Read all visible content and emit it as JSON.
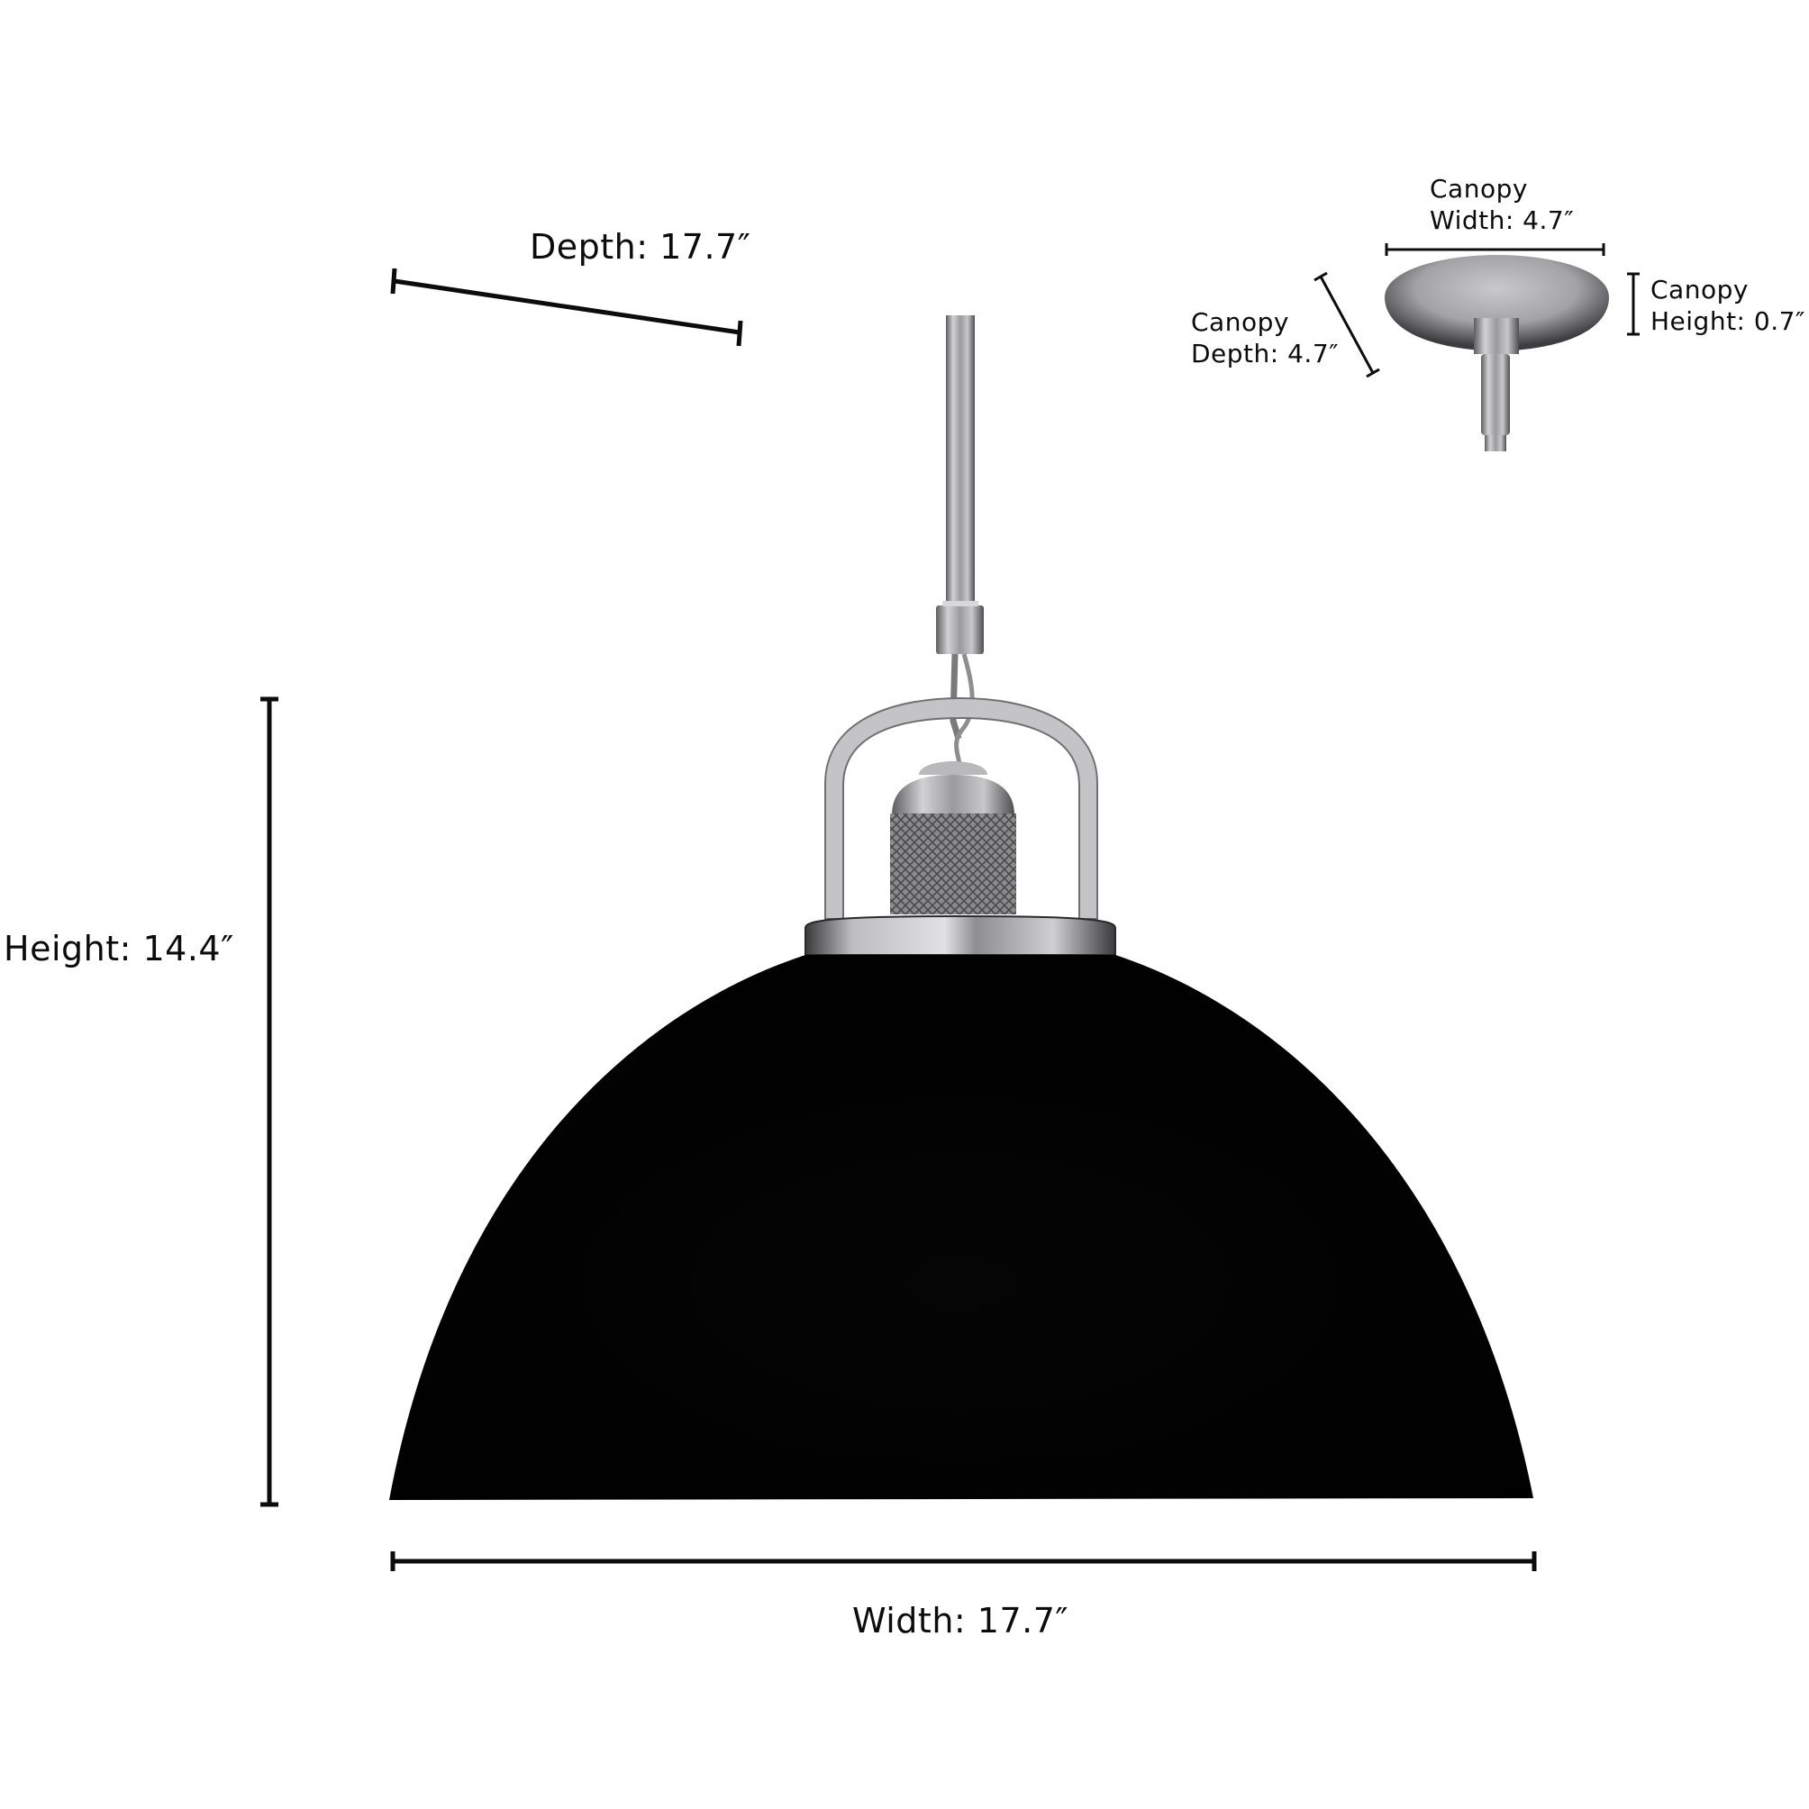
{
  "product": {
    "type": "pendant-light",
    "shade_color": "#000000",
    "metal_finish_color": "#a9a9ab"
  },
  "dimensions": {
    "depth": {
      "label": "Depth: 17.7″",
      "value": 17.7,
      "unit": "in"
    },
    "height": {
      "label": "Height: 14.4″",
      "value": 14.4,
      "unit": "in"
    },
    "width": {
      "label": "Width: 17.7″",
      "value": 17.7,
      "unit": "in"
    },
    "canopy_width": {
      "line1": "Canopy",
      "line2": "Width: 4.7″",
      "value": 4.7,
      "unit": "in"
    },
    "canopy_depth": {
      "line1": "Canopy",
      "line2": "Depth: 4.7″",
      "value": 4.7,
      "unit": "in"
    },
    "canopy_height": {
      "line1": "Canopy",
      "line2": "Height: 0.7″",
      "value": 0.7,
      "unit": "in"
    }
  },
  "colors": {
    "text": "#0c0c0c",
    "dimension_lines": "#0c0c0c",
    "background": "#ffffff"
  }
}
